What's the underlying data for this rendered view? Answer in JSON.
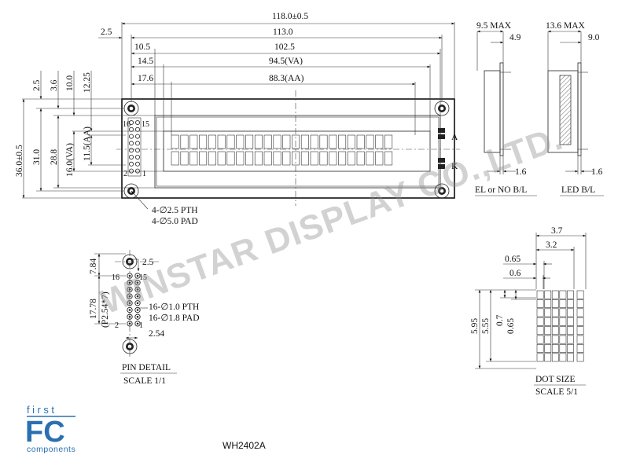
{
  "top_view": {
    "dims": {
      "overall_width": "118.0±0.5",
      "hole_pitch": "113.0",
      "offset_left": "2.5",
      "bezel_width": "102.5",
      "bezel_offset": "10.5",
      "view_area_width": "94.5(VA)",
      "view_area_offset": "14.5",
      "active_area_width": "88.3(AA)",
      "active_area_offset": "17.6",
      "overall_height": "36.0±0.5",
      "hole_vpitch": "31.0",
      "bezel_height": "28.8",
      "view_area_height": "16.0(VA)",
      "active_area_height": "11.5(AA)",
      "v_off_1": "2.5",
      "v_off_2": "3.6",
      "v_off_3": "10.0",
      "v_off_4": "12.25"
    },
    "pins": {
      "pin16": "16",
      "pin15": "15",
      "pin2": "2",
      "pin1": "1"
    },
    "backlight_pins": {
      "anode": "A",
      "cathode": "K"
    },
    "hole_note_1": "4-∅2.5 PTH",
    "hole_note_2": "4-∅5.0 PAD"
  },
  "side_views": {
    "el": {
      "depth": "9.5 MAX",
      "step": "4.9",
      "pin": "1.6",
      "caption": "EL or NO B/L"
    },
    "led": {
      "depth": "13.6 MAX",
      "step": "9.0",
      "pin": "1.6",
      "caption": "LED B/L"
    }
  },
  "pin_detail": {
    "height_1": "7.84",
    "height_2": "17.78",
    "height_3": "(P2.54*7)",
    "offset": "2.5",
    "pitch": "2.54",
    "label16": "16",
    "label15": "15",
    "label2": "2",
    "label1": "1",
    "note_1": "16-∅1.0 PTH",
    "note_2": "16-∅1.8 PAD",
    "caption": "PIN DETAIL",
    "scale": "SCALE 1/1"
  },
  "dot_size": {
    "char_width": "3.7",
    "dot_area_width": "3.2",
    "dot_pitch_w": "0.65",
    "dot_w": "0.6",
    "char_height": "5.95",
    "dot_area_height": "5.55",
    "dot_pitch_h": "0.7",
    "dot_h": "0.65",
    "caption": "DOT SIZE",
    "scale": "SCALE 5/1"
  },
  "watermark": "WINSTAR DISPLAY CO.,LTD.",
  "logo": {
    "top": "first",
    "main": "FC",
    "bottom": "components"
  },
  "model": "WH2402A"
}
